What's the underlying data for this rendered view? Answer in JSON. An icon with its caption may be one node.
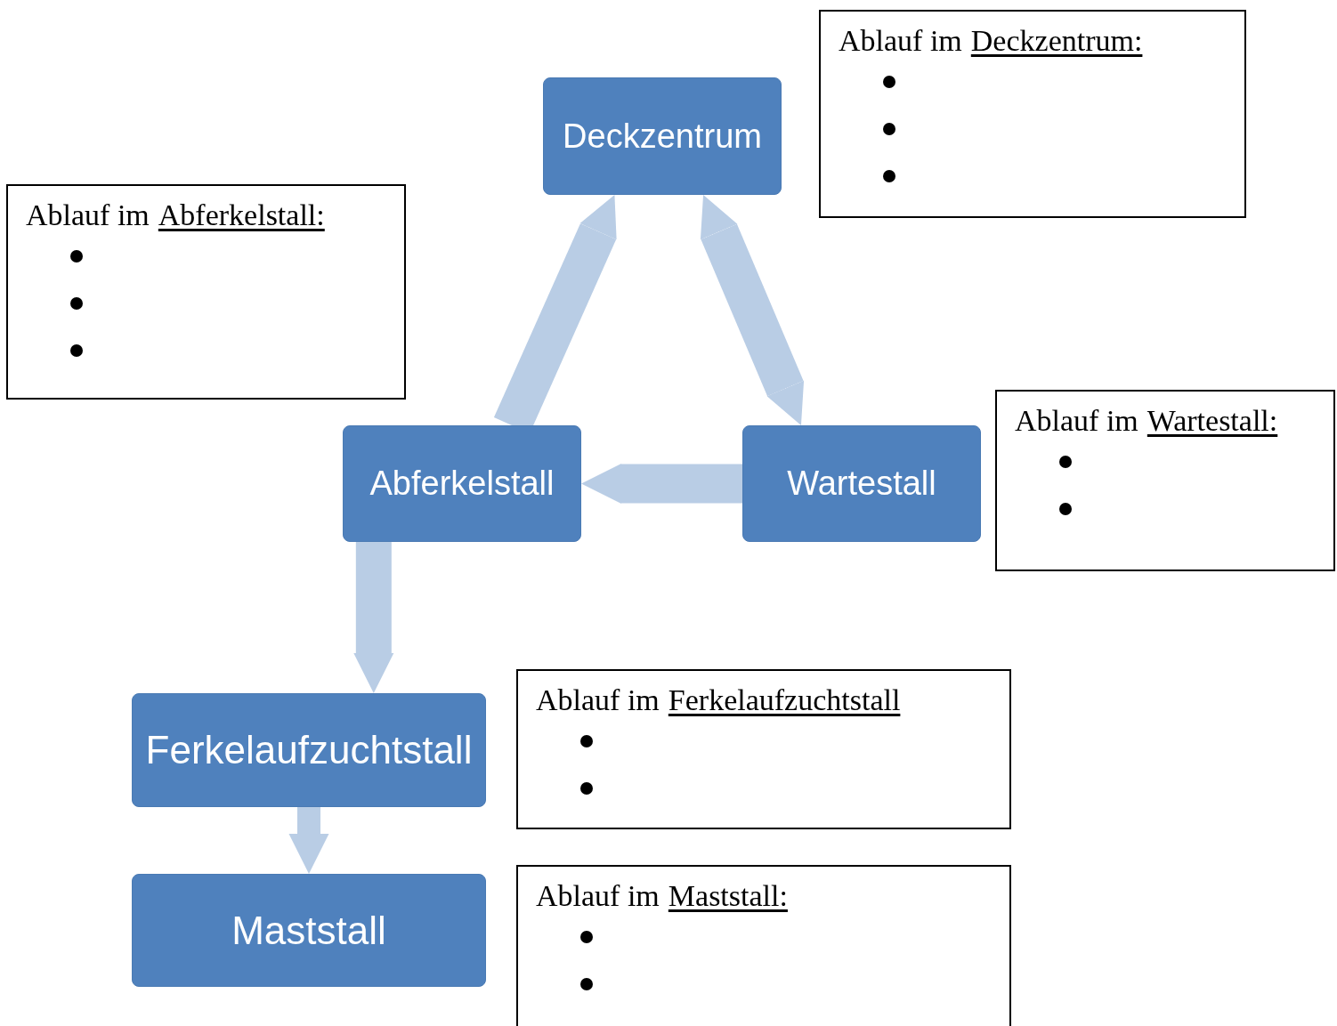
{
  "diagram": {
    "nodes": [
      {
        "text": [
          "Deckzentrum"
        ]
      },
      {
        "text": [
          "Abferkelstall"
        ]
      },
      {
        "text": [
          "Wartestall"
        ]
      },
      {
        "text": [
          "Ferkelaufzuchtstall"
        ]
      },
      {
        "text": [
          "Maststall"
        ]
      },
      {
        "text": [
          "Ablauf im",
          "Deckzentrum:"
        ]
      },
      {
        "text": [
          "Ablauf im",
          "Abferkelstall:"
        ]
      },
      {
        "text": [
          "Ablauf im",
          "Wartestall:"
        ]
      },
      {
        "text": [
          "Ablauf im",
          "Ferkelaufzuchtstall"
        ]
      },
      {
        "text": [
          "Ablauf im",
          "Maststall:"
        ]
      }
    ],
    "edges": [
      {
        "from": 1,
        "to": 0,
        "arrow": "to"
      },
      {
        "from": 0,
        "to": 2,
        "arrow": "both"
      },
      {
        "from": 2,
        "to": 1,
        "arrow": "to"
      },
      {
        "from": 1,
        "to": 3,
        "arrow": "to"
      },
      {
        "from": 3,
        "to": 4,
        "arrow": "to"
      }
    ]
  }
}
